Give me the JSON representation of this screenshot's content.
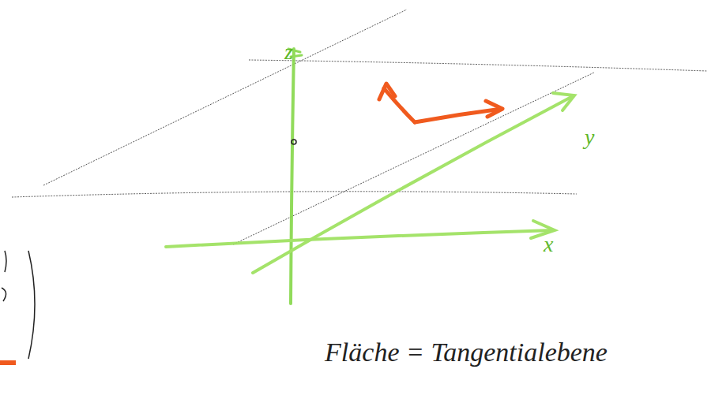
{
  "diagram": {
    "labels": [
      "z",
      "y",
      "x",
      "Fläche = Tangentialebene"
    ]
  }
}
